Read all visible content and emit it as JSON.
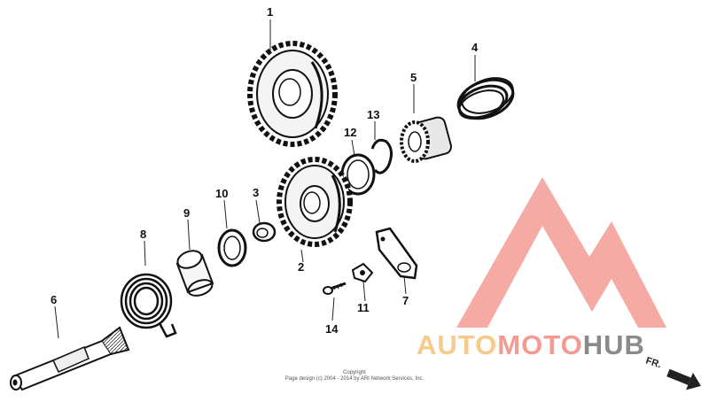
{
  "callouts": [
    "1",
    "2",
    "3",
    "4",
    "5",
    "6",
    "7",
    "8",
    "9",
    "10",
    "11",
    "12",
    "13",
    "14"
  ],
  "direction_label": "FR.",
  "copyright": {
    "line1": "Copyright",
    "line2": "Page design (c) 2004 - 2014 by ARI Network Services, Inc."
  },
  "watermark": {
    "part1": "AUTO",
    "part2": "MOTO",
    "part3": "HUB",
    "colors": {
      "auto": "#f7c98a",
      "moto": "#f39b93",
      "hub": "#8a8a8a",
      "triangle": "#f4a29b"
    }
  }
}
